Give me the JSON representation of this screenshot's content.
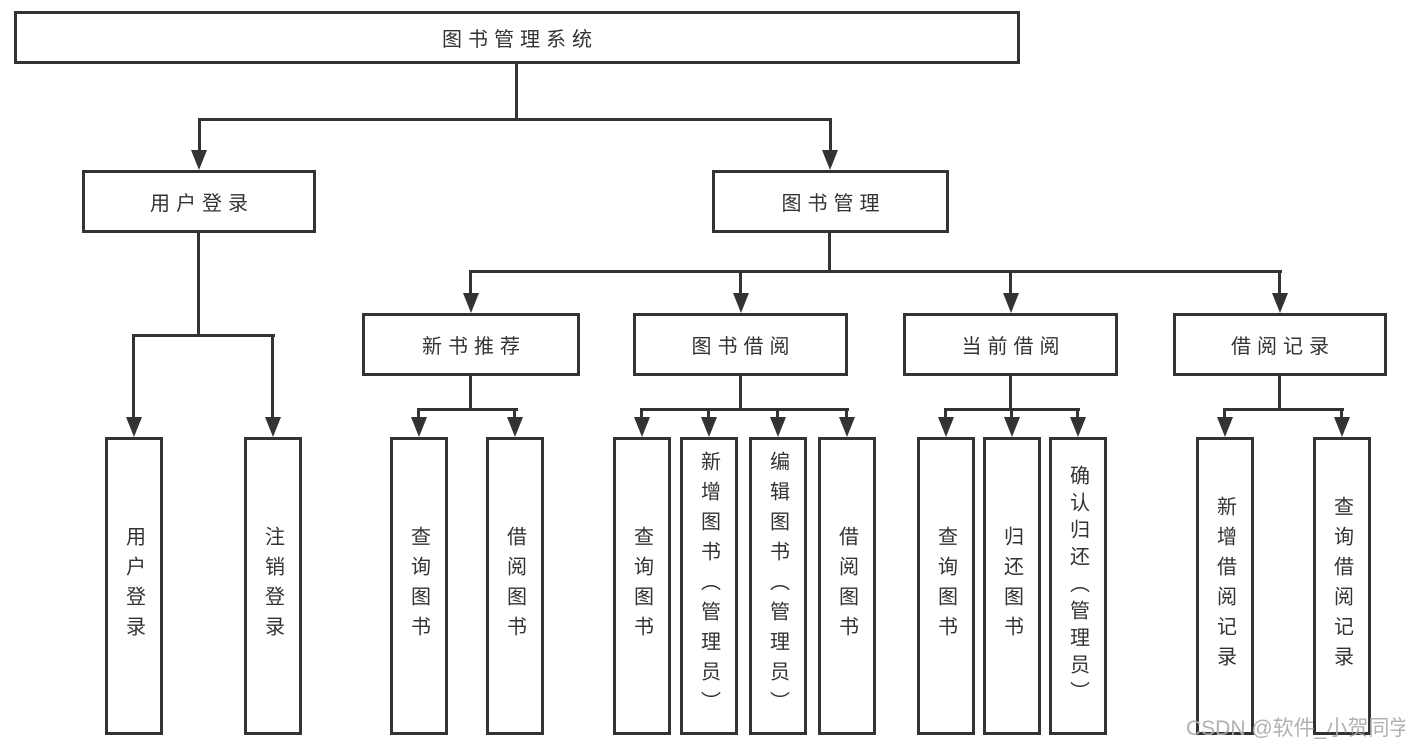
{
  "diagram": {
    "root": "图书管理系统",
    "level2": [
      "用户登录",
      "图书管理"
    ],
    "level3": [
      "新书推荐",
      "图书借阅",
      "当前借阅",
      "借阅记录"
    ],
    "leaves": {
      "user": [
        "用户登录",
        "注销登录"
      ],
      "recommend": [
        "查询图书",
        "借阅图书"
      ],
      "borrow": [
        "查询图书",
        "新增图书（管理员）",
        "编辑图书（管理员）",
        "借阅图书"
      ],
      "current": [
        "查询图书",
        "归还图书",
        "确认归还（管理员）"
      ],
      "record": [
        "新增借阅记录",
        "查询借阅记录"
      ]
    }
  },
  "watermark": {
    "text": "CSDN @软件_小贺同学"
  }
}
